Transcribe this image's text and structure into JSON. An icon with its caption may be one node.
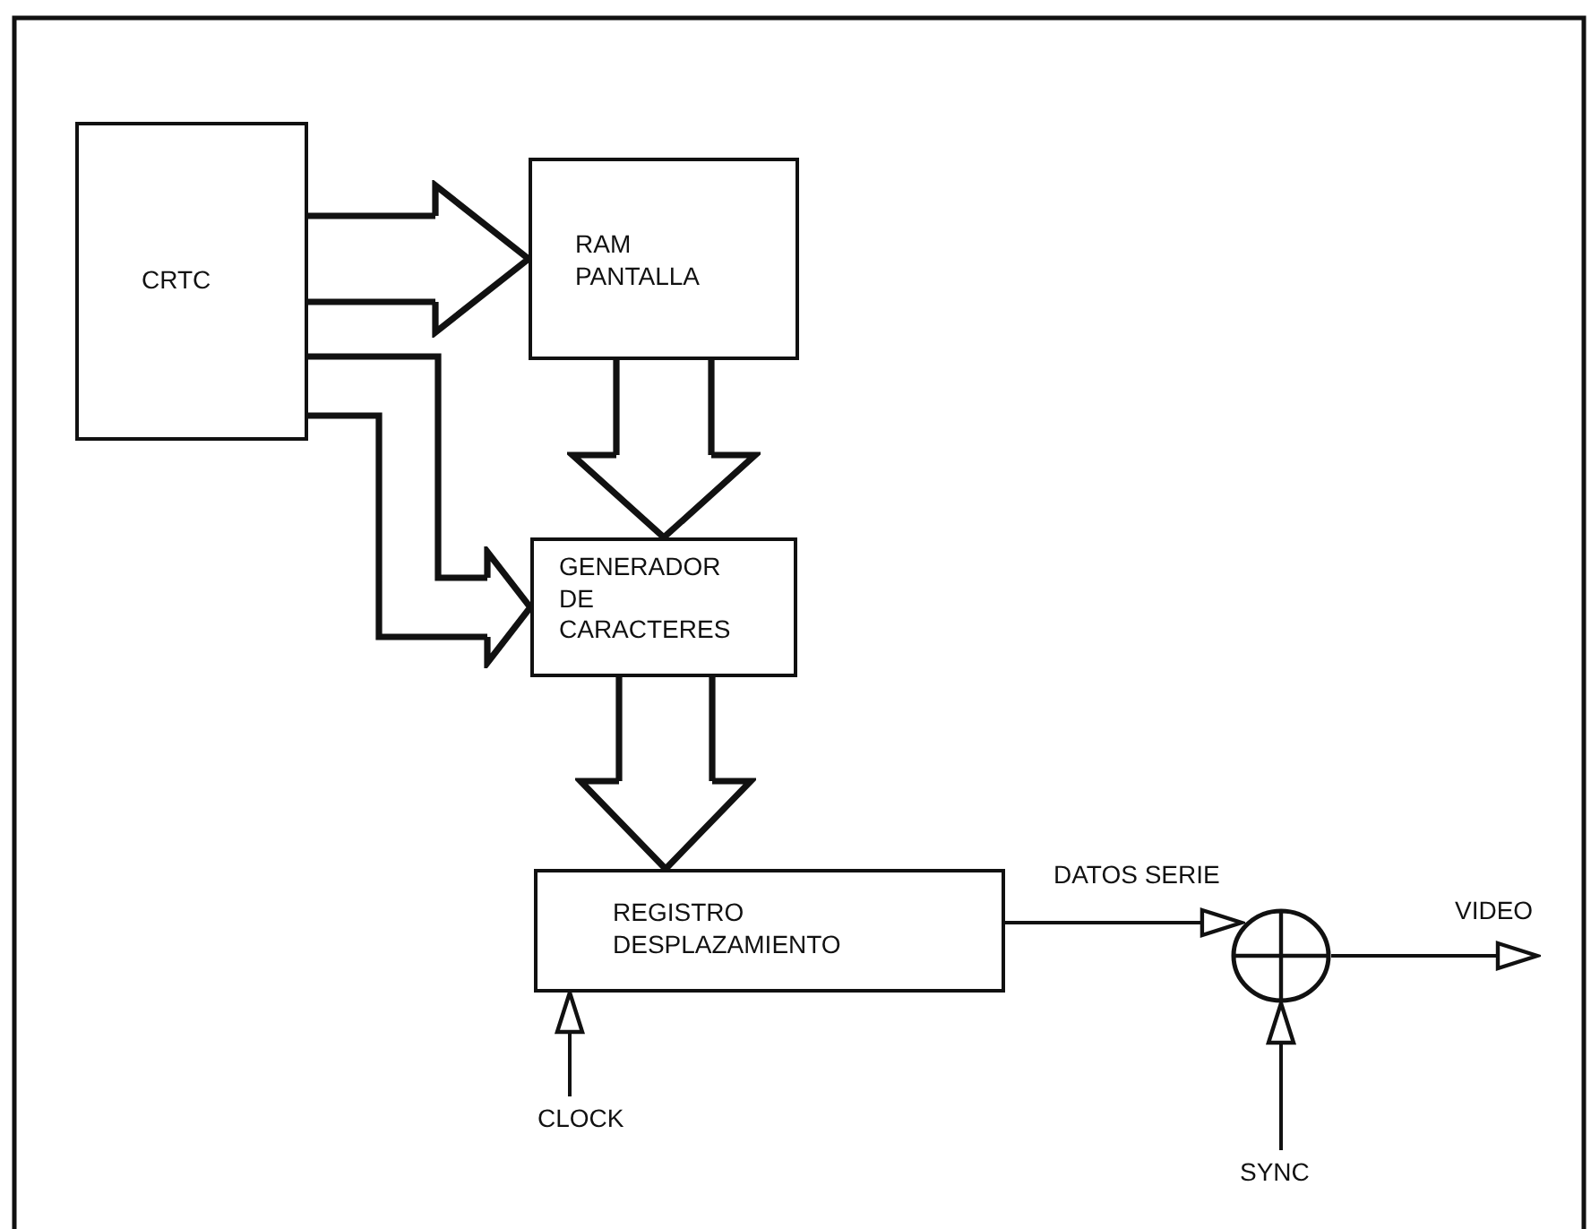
{
  "diagram": {
    "nodes": [
      {
        "text": [
          "CRTC"
        ]
      },
      {
        "text": [
          "RAM PANTALLA"
        ]
      },
      {
        "text": [
          "GENERADOR DE CARACTERES"
        ]
      },
      {
        "text": [
          "REGISTRO DESPLAZAMIENTO"
        ]
      },
      {
        "text": [],
        "shape": "circle"
      },
      {
        "text": [
          "CLOCK"
        ]
      },
      {
        "text": [
          "SYNC"
        ]
      }
    ],
    "edges": [
      {
        "from": 0,
        "to": 1,
        "arrow": "to",
        "style": "thick"
      },
      {
        "from": 0,
        "to": 2,
        "arrow": "to",
        "style": "thick"
      },
      {
        "from": 1,
        "to": 2,
        "arrow": "to",
        "style": "thick"
      },
      {
        "from": 2,
        "to": 3,
        "arrow": "to",
        "style": "thick"
      },
      {
        "from": 3,
        "to": 4,
        "arrow": "to",
        "label": "DATOS SERIE"
      },
      {
        "from": 5,
        "to": 3,
        "arrow": "to"
      },
      {
        "from": 6,
        "to": 4,
        "arrow": "to"
      },
      {
        "from": 4,
        "to": null,
        "arrow": "to",
        "label": "VIDEO"
      }
    ]
  }
}
